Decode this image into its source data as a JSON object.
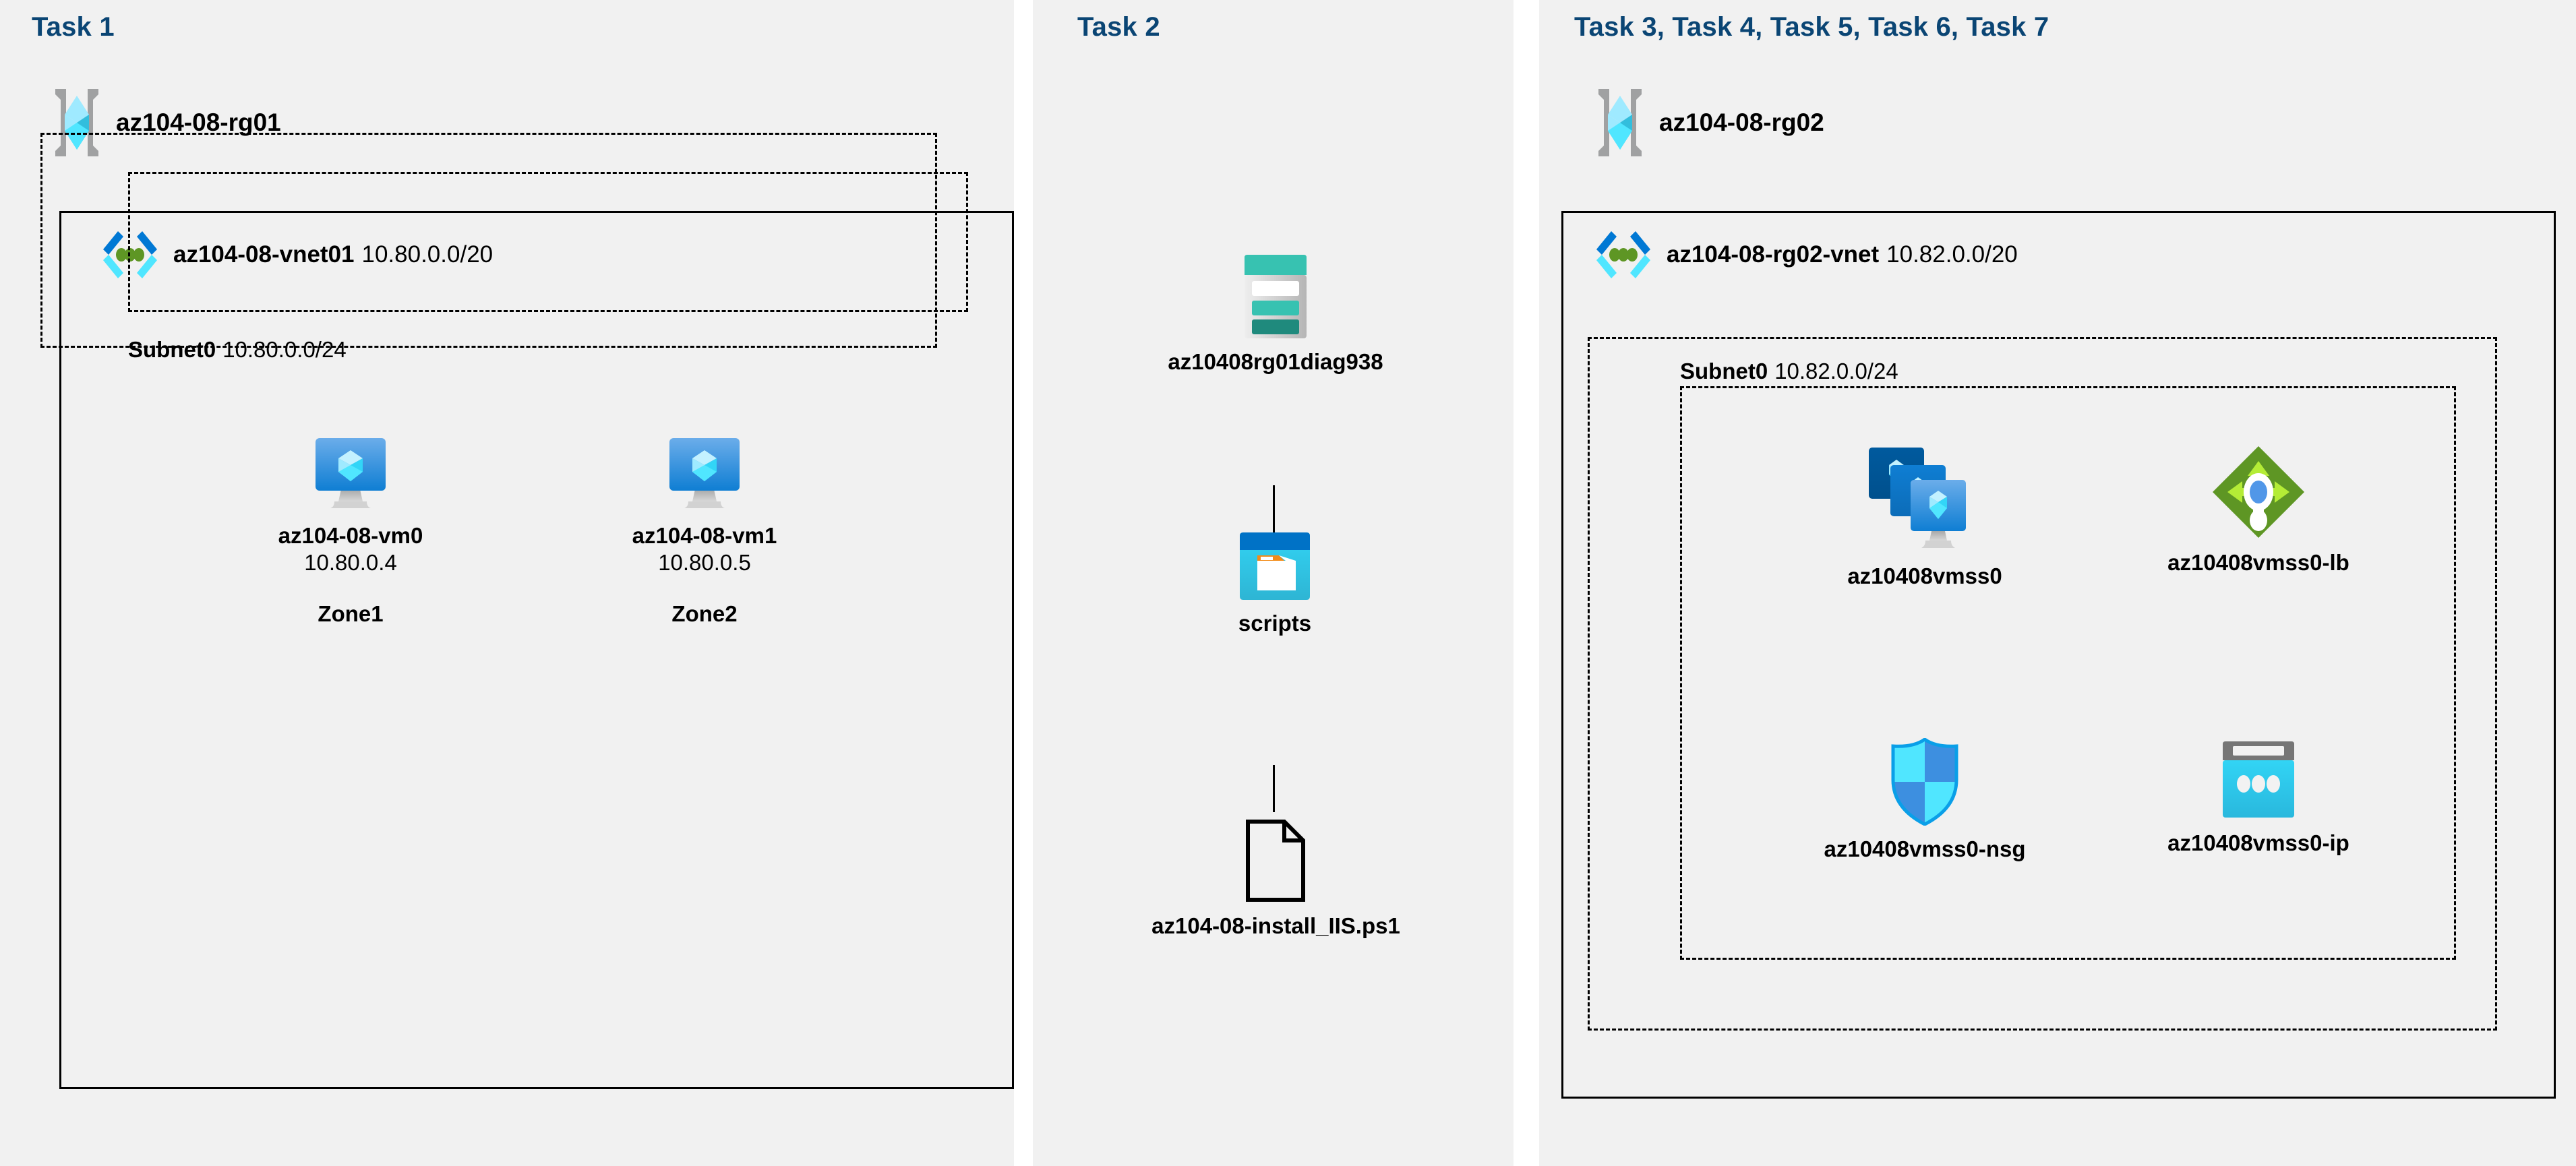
{
  "panels": {
    "task1": {
      "title": "Task 1"
    },
    "task2": {
      "title": "Task 2"
    },
    "task3": {
      "title": "Task 3, Task 4, Task 5, Task 6, Task 7"
    }
  },
  "resource_groups": [
    {
      "name": "az104-08-rg01",
      "icon": "resource-group-icon"
    },
    {
      "name": "az104-08-rg02",
      "icon": "resource-group-icon"
    }
  ],
  "vnets": [
    {
      "name": "az104-08-vnet01",
      "cidr": "10.80.0.0/20",
      "icon": "virtual-network-icon"
    },
    {
      "name": "az104-08-rg02-vnet",
      "cidr": "10.82.0.0/20",
      "icon": "virtual-network-icon"
    }
  ],
  "subnets": [
    {
      "name": "Subnet0",
      "cidr": "10.80.0.0/24"
    },
    {
      "name": "Subnet0",
      "cidr": "10.82.0.0/24"
    }
  ],
  "vms": [
    {
      "name": "az104-08-vm0",
      "ip": "10.80.0.4",
      "zone": "Zone1",
      "icon": "virtual-machine-icon"
    },
    {
      "name": "az104-08-vm1",
      "ip": "10.80.0.5",
      "zone": "Zone2",
      "icon": "virtual-machine-icon"
    }
  ],
  "storage": {
    "account": {
      "name": "az10408rg01diag938",
      "icon": "storage-account-icon"
    },
    "container": {
      "name": "scripts",
      "icon": "blob-container-icon"
    },
    "file": {
      "name": "az104-08-install_IIS.ps1",
      "icon": "file-icon"
    }
  },
  "scale_set_resources": [
    {
      "name": "az10408vmss0",
      "icon": "vm-scale-set-icon"
    },
    {
      "name": "az10408vmss0-lb",
      "icon": "load-balancer-icon"
    },
    {
      "name": "az10408vmss0-nsg",
      "icon": "network-security-group-icon"
    },
    {
      "name": "az10408vmss0-ip",
      "icon": "public-ip-address-icon"
    }
  ],
  "colors": {
    "task_title": "#0a4574",
    "panel_background": "#f1f1f1",
    "border": "#000000",
    "azure_blue": "#0078d4",
    "azure_cyan": "#50e6ff",
    "teal": "#2bc4b6",
    "green": "#7fba00",
    "gray": "#a0a1a2"
  }
}
